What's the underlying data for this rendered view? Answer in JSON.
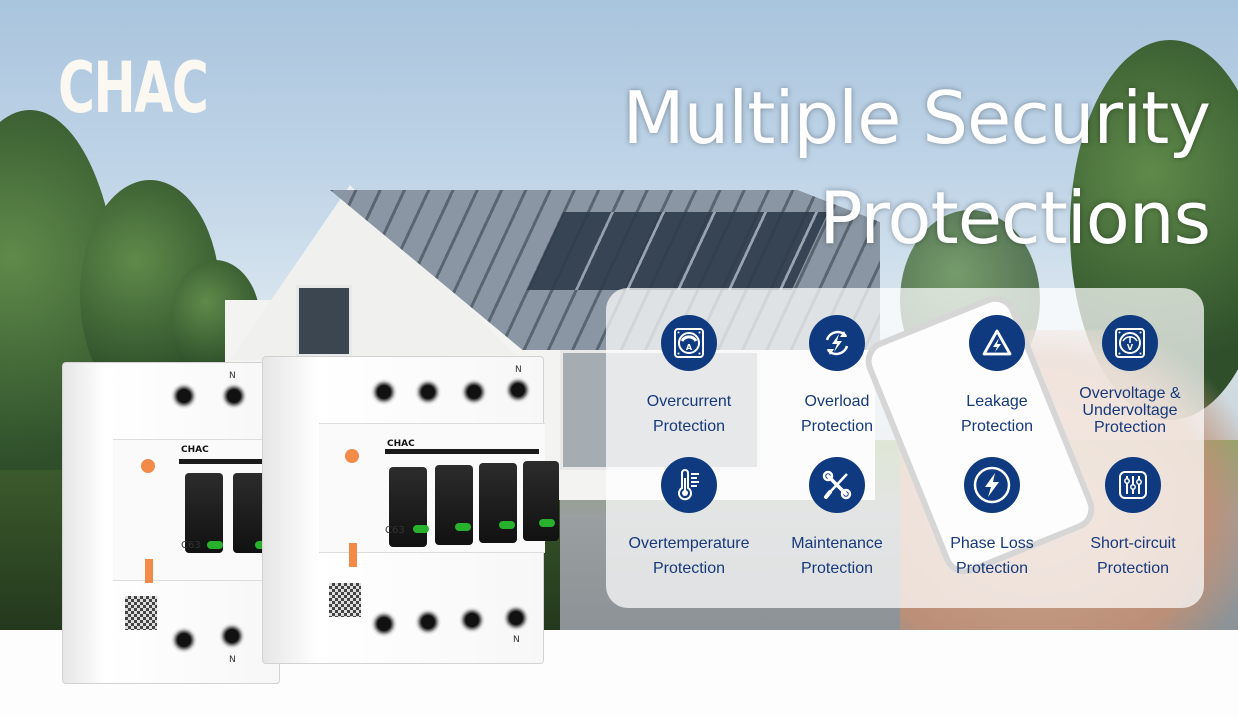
{
  "brand": {
    "logo_text": "CHAC"
  },
  "headline": {
    "line1": "Multiple Security",
    "line2": "Protections"
  },
  "colors": {
    "icon_bg": "#0f3a80",
    "label_text": "#17397a",
    "headline_text": "#ffffff",
    "logo_text": "#fbf7f1"
  },
  "features": [
    {
      "icon": "ammeter-icon",
      "label_line1": "Overcurrent",
      "label_line2": "Protection"
    },
    {
      "icon": "lightning-cycle-icon",
      "label_line1": "Overload",
      "label_line2": "Protection"
    },
    {
      "icon": "warning-triangle-lightning-icon",
      "label_line1": "Leakage",
      "label_line2": "Protection"
    },
    {
      "icon": "voltmeter-icon",
      "label_line1": "Overvoltage &",
      "label_line2": "Undervoltage",
      "label_line3": "Protection"
    },
    {
      "icon": "thermometer-icon",
      "label_line1": "Overtemperature",
      "label_line2": "Protection"
    },
    {
      "icon": "wrench-screwdriver-icon",
      "label_line1": "Maintenance",
      "label_line2": "Protection"
    },
    {
      "icon": "lightning-circle-icon",
      "label_line1": "Phase Loss",
      "label_line2": "Protection"
    },
    {
      "icon": "sliders-icon",
      "label_line1": "Short-circuit",
      "label_line2": "Protection"
    }
  ],
  "products": [
    {
      "brand": "CHAC",
      "rating": "C63",
      "neutral": "N",
      "poles": 2
    },
    {
      "brand": "CHAC",
      "rating": "C63",
      "neutral": "N",
      "poles": 4
    }
  ]
}
